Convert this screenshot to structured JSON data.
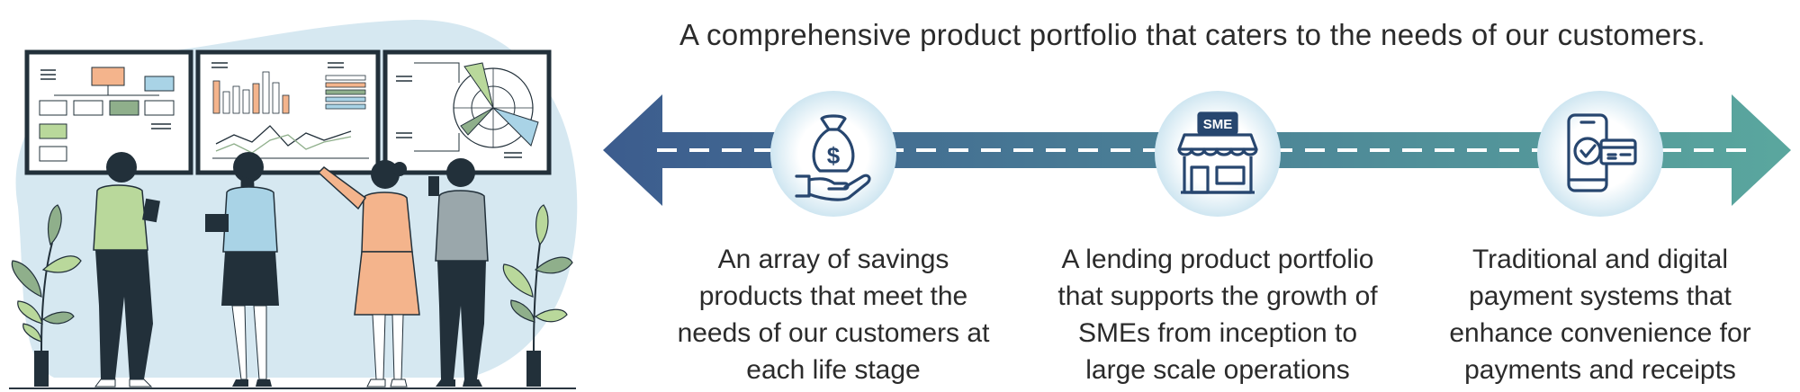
{
  "headline": "A comprehensive product portfolio that caters to the needs of our customers.",
  "pillars": [
    {
      "icon": "money-bag-in-hand-icon",
      "text": "An array of savings products that meet the needs of our customers at each life stage"
    },
    {
      "icon": "sme-storefront-icon",
      "text": "A lending product portfolio that supports the growth of SMEs from inception to large scale operations"
    },
    {
      "icon": "mobile-payment-card-icon",
      "text": "Traditional and digital payment systems that enhance convenience for payments and receipts"
    }
  ],
  "sme_label": "SME",
  "currency_symbol": "$",
  "colors": {
    "arrow_start": "#3c5c8e",
    "arrow_end": "#5aa79e",
    "icon_stroke": "#27466f",
    "circle_fill": "#dcedf5",
    "blob": "#d6e8f1"
  }
}
